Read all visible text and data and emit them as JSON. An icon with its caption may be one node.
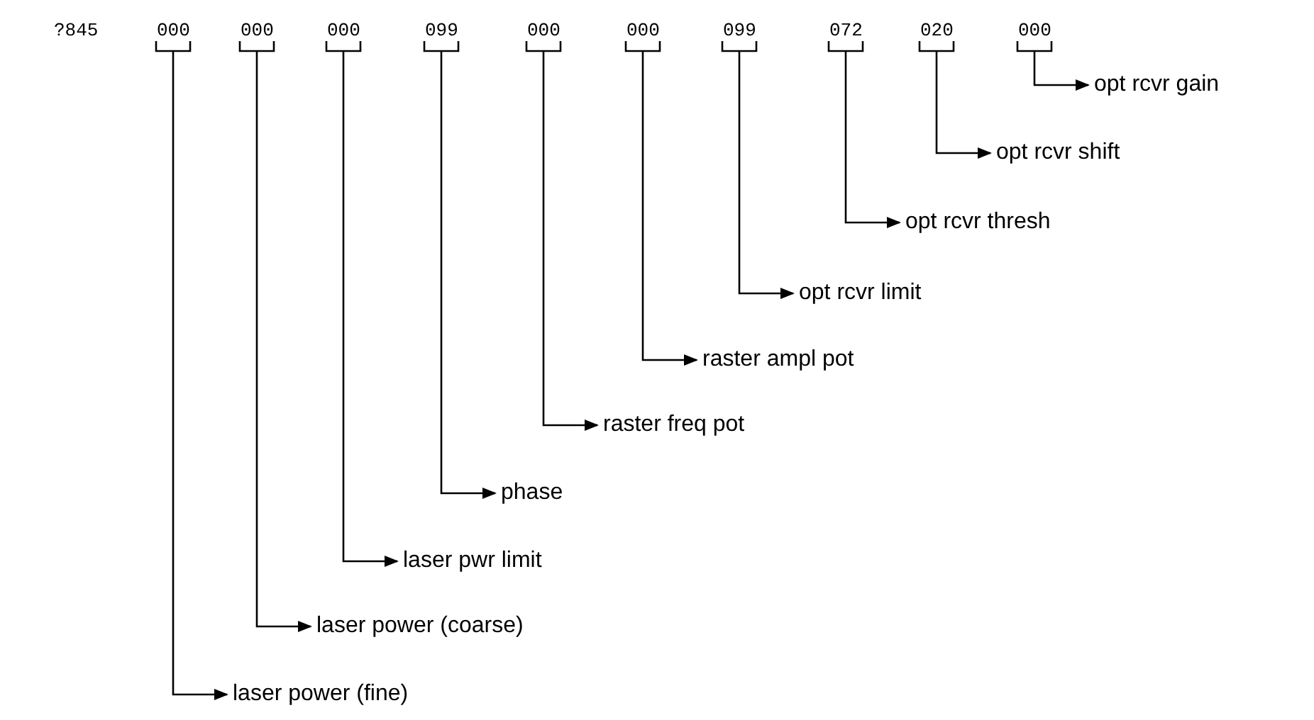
{
  "diagram": {
    "nodes": [
      {
        "text": [
          "000"
        ]
      },
      {
        "text": [
          "000"
        ]
      },
      {
        "text": [
          "000"
        ]
      },
      {
        "text": [
          "099"
        ]
      },
      {
        "text": [
          "000"
        ]
      },
      {
        "text": [
          "000"
        ]
      },
      {
        "text": [
          "099"
        ]
      },
      {
        "text": [
          "072"
        ]
      },
      {
        "text": [
          "020"
        ]
      },
      {
        "text": [
          "000"
        ]
      },
      {
        "text": [
          "opt rcvr gain"
        ]
      },
      {
        "text": [
          "opt rcvr shift"
        ]
      },
      {
        "text": [
          "opt rcvr thresh"
        ]
      },
      {
        "text": [
          "opt rcvr limit"
        ]
      },
      {
        "text": [
          "raster ampl pot"
        ]
      },
      {
        "text": [
          "raster freq pot"
        ]
      },
      {
        "text": [
          "phase"
        ]
      },
      {
        "text": [
          "laser pwr limit"
        ]
      },
      {
        "text": [
          "laser power (coarse)"
        ]
      },
      {
        "text": [
          "laser power (fine)"
        ]
      }
    ],
    "edges": [
      {
        "from": 0,
        "to": 19,
        "arrow": "to"
      },
      {
        "from": 1,
        "to": 18,
        "arrow": "to"
      },
      {
        "from": 2,
        "to": 17,
        "arrow": "to"
      },
      {
        "from": 3,
        "to": 16,
        "arrow": "to"
      },
      {
        "from": 4,
        "to": 15,
        "arrow": "to"
      },
      {
        "from": 5,
        "to": 14,
        "arrow": "to"
      },
      {
        "from": 6,
        "to": 13,
        "arrow": "to"
      },
      {
        "from": 7,
        "to": 12,
        "arrow": "to"
      },
      {
        "from": 8,
        "to": 11,
        "arrow": "to"
      },
      {
        "from": 9,
        "to": 10,
        "arrow": "to"
      }
    ],
    "labels": [
      "?845"
    ]
  }
}
